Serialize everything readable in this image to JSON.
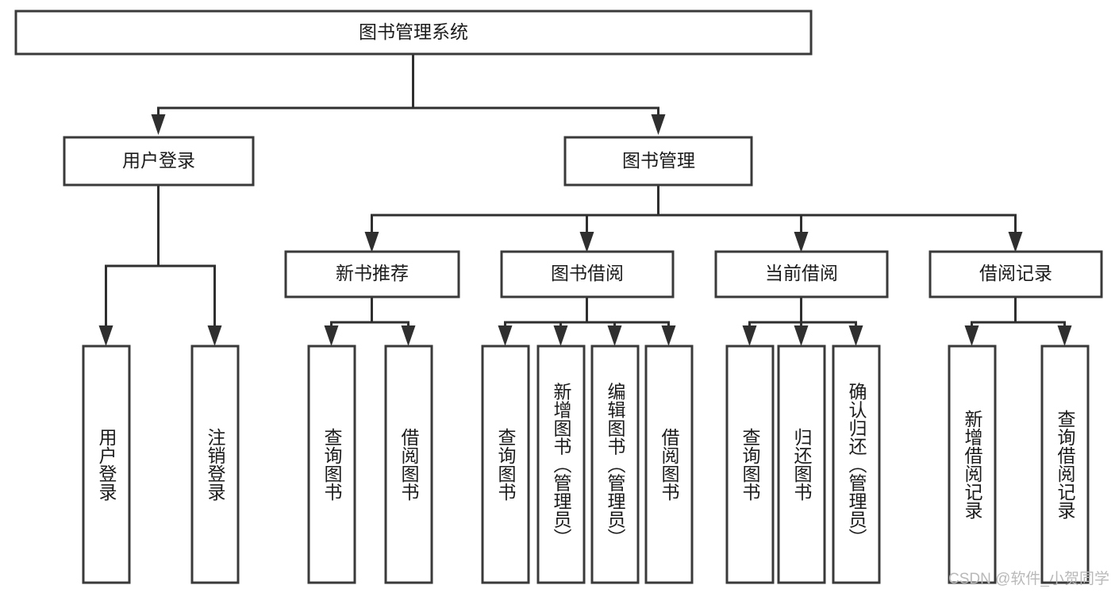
{
  "diagram": {
    "type": "tree-hierarchy",
    "title": "图书管理系统",
    "colors": {
      "box_border": "#3a3a3a",
      "box_fill": "#ffffff",
      "connector": "#2f2f2f",
      "text": "#1b1b1b",
      "watermark": "#b9b9b9",
      "background": "#ffffff"
    },
    "root": {
      "label": "图书管理系统",
      "orientation": "horizontal"
    },
    "level1": [
      {
        "label": "用户登录",
        "orientation": "horizontal"
      },
      {
        "label": "图书管理",
        "orientation": "horizontal"
      }
    ],
    "level2": [
      {
        "label": "新书推荐",
        "orientation": "horizontal",
        "parent": "图书管理"
      },
      {
        "label": "图书借阅",
        "orientation": "horizontal",
        "parent": "图书管理"
      },
      {
        "label": "当前借阅",
        "orientation": "horizontal",
        "parent": "图书管理"
      },
      {
        "label": "借阅记录",
        "orientation": "horizontal",
        "parent": "图书管理"
      }
    ],
    "leaves": {
      "user_login": [
        {
          "label": "用户登录",
          "orientation": "vertical"
        },
        {
          "label": "注销登录",
          "orientation": "vertical"
        }
      ],
      "new_book_recommend": [
        {
          "label": "查询图书",
          "orientation": "vertical"
        },
        {
          "label": "借阅图书",
          "orientation": "vertical"
        }
      ],
      "book_borrow": [
        {
          "label": "查询图书",
          "orientation": "vertical"
        },
        {
          "label": "新增图书（管理员）",
          "orientation": "vertical"
        },
        {
          "label": "编辑图书（管理员）",
          "orientation": "vertical"
        },
        {
          "label": "借阅图书",
          "orientation": "vertical"
        }
      ],
      "current_borrow": [
        {
          "label": "查询图书",
          "orientation": "vertical"
        },
        {
          "label": "归还图书",
          "orientation": "vertical"
        },
        {
          "label": "确认归还（管理员）",
          "orientation": "vertical"
        }
      ],
      "borrow_record": [
        {
          "label": "新增借阅记录",
          "orientation": "vertical"
        },
        {
          "label": "查询借阅记录",
          "orientation": "vertical"
        }
      ]
    },
    "watermark": "CSDN @软件_小贺同学"
  }
}
